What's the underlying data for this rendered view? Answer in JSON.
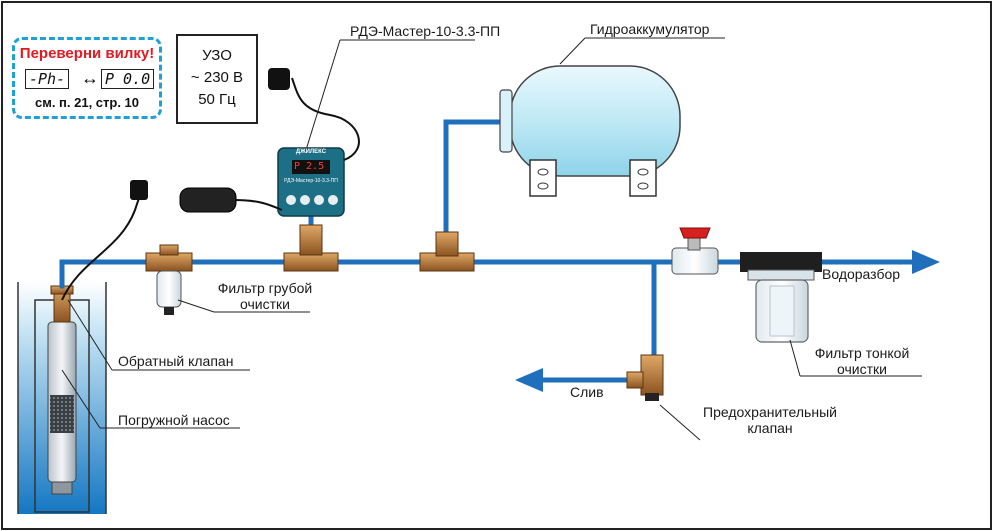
{
  "note": {
    "title": "Переверни вилку!",
    "display_left": "-Ph-",
    "arrow": "↔",
    "display_right": "P  0.0",
    "reference": "см. п. 21, стр. 10"
  },
  "uzo": {
    "line1": "УЗО",
    "line2": "~ 230 В",
    "line3": "50 Гц"
  },
  "labels": {
    "controller": "РДЭ-Мастер-10-3.3-ПП",
    "accumulator": "Гидроаккумулятор",
    "coarse_filter_1": "Фильтр грубой",
    "coarse_filter_2": "очистки",
    "check_valve": "Обратный клапан",
    "pump": "Погружной насос",
    "water_outlet": "Водоразбор",
    "fine_filter_1": "Фильтр тонкой",
    "fine_filter_2": "очистки",
    "drain": "Слив",
    "safety_valve_1": "Предохранительный",
    "safety_valve_2": "клапан"
  },
  "device": {
    "brand": "ДЖИЛЕКС",
    "name": "РДЭ-Мастер-10-3.3-ПП",
    "display": "P 2.5"
  },
  "colors": {
    "pipe": "#1f6fbd",
    "water": "#3ba7dc",
    "brass": "#b5762f",
    "note_border": "#1ea0d8",
    "note_title": "#e01b22",
    "tank": "#bfe9f5"
  }
}
